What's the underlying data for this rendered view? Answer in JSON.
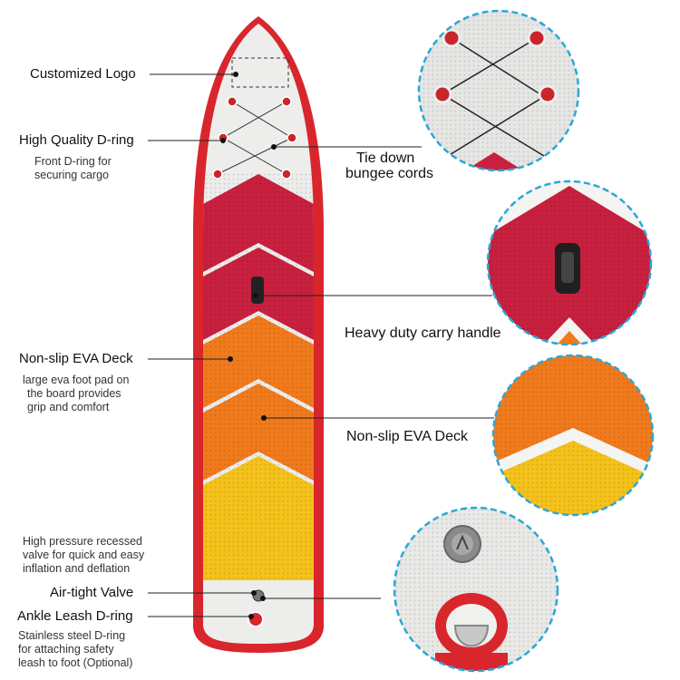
{
  "labels": {
    "customized_logo": "Customized Logo",
    "dring_title": "High Quality D-ring",
    "dring_sub_1": "Front D-ring for",
    "dring_sub_2": "securing cargo",
    "tiedown_1": "Tie down",
    "tiedown_2": "bungee cords",
    "carry_handle": "Heavy duty carry handle",
    "eva_left_title": "Non-slip EVA Deck",
    "eva_left_sub_1": "large eva foot pad on",
    "eva_left_sub_2": "the board provides",
    "eva_left_sub_3": "grip and comfort",
    "eva_right": "Non-slip EVA Deck",
    "valve_sub_1": "High pressure recessed",
    "valve_sub_2": "valve for quick and easy",
    "valve_sub_3": "inflation and deflation",
    "valve_title": "Air-tight Valve",
    "leash_title": "Ankle Leash D-ring",
    "leash_sub_1": "Stainless steel D-ring",
    "leash_sub_2": "for attaching safety",
    "leash_sub_3": "leash to foot (Optional)"
  },
  "colors": {
    "rail_red": "#d8262c",
    "deck_white": "#ededec",
    "pad_red": "#c8203f",
    "pad_orange": "#f07a1c",
    "pad_yellow": "#f5c21b",
    "circle_border": "#2aa7d8"
  }
}
